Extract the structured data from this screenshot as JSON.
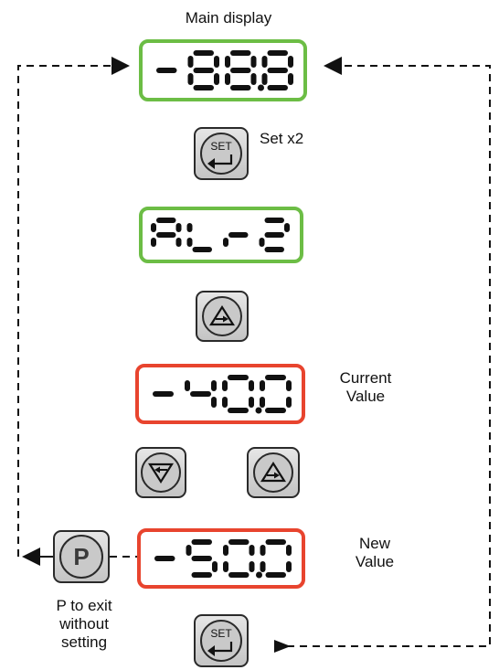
{
  "labels": {
    "main_display": "Main display",
    "set_x2": "Set x2",
    "current_value": [
      "Current",
      "Value"
    ],
    "new_value": [
      "New",
      "Value"
    ],
    "exit_note": [
      "P to exit",
      "without",
      "setting"
    ]
  },
  "displays": {
    "main": {
      "text": "-88.8",
      "border_color": "#6cbd45"
    },
    "alarm": {
      "text": "ALr2",
      "border_color": "#6cbd45"
    },
    "current": {
      "text": "-40.0",
      "border_color": "#e8442e"
    },
    "new": {
      "text": "-50.0",
      "border_color": "#e8442e"
    }
  },
  "buttons": {
    "set_top": {
      "label": "SET",
      "icon": "enter-arrow-icon"
    },
    "up_1": {
      "icon": "up-arrow-icon"
    },
    "down": {
      "icon": "down-arrow-icon"
    },
    "up_2": {
      "icon": "up-arrow-icon"
    },
    "p": {
      "label": "P"
    },
    "set_bottom": {
      "label": "SET",
      "icon": "enter-arrow-icon"
    }
  },
  "colors": {
    "ink": "#111111",
    "green": "#6cbd45",
    "red": "#e8442e"
  }
}
